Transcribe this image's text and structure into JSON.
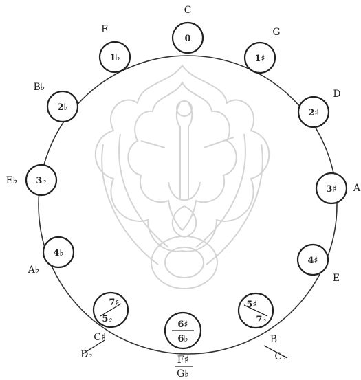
{
  "nodes": [
    {
      "id": "c",
      "signature": "0",
      "note": "C"
    },
    {
      "id": "g",
      "signature": "1♯",
      "note": "G"
    },
    {
      "id": "d",
      "signature": "2♯",
      "note": "D"
    },
    {
      "id": "a",
      "signature": "3♯",
      "note": "A"
    },
    {
      "id": "e",
      "signature": "4♯",
      "note": "E"
    },
    {
      "id": "b",
      "signature_top": "5♯",
      "signature_bottom": "7♭",
      "note_top": "B",
      "note_bottom": "C♭"
    },
    {
      "id": "fs",
      "signature_top": "6♯",
      "signature_bottom": "6♭",
      "note_top": "F♯",
      "note_bottom": "G♭"
    },
    {
      "id": "cs",
      "signature_top": "7♯",
      "signature_bottom": "5♭",
      "note_top": "C♯",
      "note_bottom": "D♭"
    },
    {
      "id": "ab",
      "signature": "4♭",
      "note": "A♭"
    },
    {
      "id": "eb",
      "signature": "3♭",
      "note": "E♭"
    },
    {
      "id": "bb",
      "signature": "2♭",
      "note": "B♭"
    },
    {
      "id": "f",
      "signature": "1♭",
      "note": "F"
    }
  ],
  "watermark_icon": "deity-emblem-icon"
}
